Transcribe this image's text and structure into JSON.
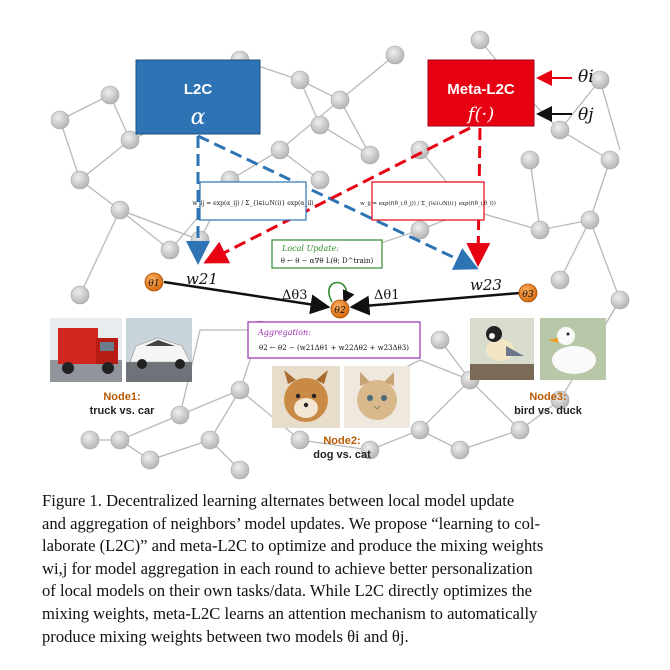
{
  "figure": {
    "l2c_box": {
      "title": "L2C",
      "symbol": "α"
    },
    "meta_box": {
      "title": "Meta-L2C",
      "symbol": "f(·)"
    },
    "inputs": {
      "theta_i": "θi",
      "theta_j": "θj"
    },
    "weights": {
      "w21": "w21",
      "w23": "w23"
    },
    "deltas": {
      "d3": "Δθ3",
      "d1": "Δθ1"
    },
    "nodes": {
      "theta1": "θ1",
      "theta2": "θ2",
      "theta3": "θ3"
    },
    "formula_l2c": "w_ij = exp(α_ij) / Σ_{l∈i∪N(i)} exp(α_il)",
    "formula_meta": "w_ij = exp(f(θ_i,θ_j)) / Σ_{l∈i∪N(i)} exp(f(θ_i,θ_l))",
    "local_update": {
      "title": "Local Update:",
      "formula": "θ ← θ − α∇θ L(θ; D^train)"
    },
    "aggregation": {
      "title": "Aggregation:",
      "formula": "θ2 ← θ2 − (w21Δθ1 + w22Δθ2 + w23Δθ3)"
    },
    "node1": {
      "title": "Node1:",
      "subtitle": "truck vs. car"
    },
    "node2": {
      "title": "Node2:",
      "subtitle": "dog vs. cat"
    },
    "node3": {
      "title": "Node3:",
      "subtitle": "bird vs. duck"
    },
    "colors": {
      "l2c": "#2e74b5",
      "meta": "#e60012",
      "node": "#e07b1f",
      "green": "#2e8b2e",
      "purple": "#9b2fae"
    }
  },
  "caption": {
    "lines": [
      "Figure 1. Decentralized learning alternates between local model update",
      "and aggregation of neighbors’ model updates. We propose “learning to col-",
      "laborate (L2C)” and meta-L2C to optimize and produce the mixing weights",
      "wi,j for model aggregation in each round to achieve better personalization",
      "of local models on their own tasks/data. While L2C directly optimizes the",
      "mixing weights, meta-L2C learns an attention mechanism to automatically",
      "produce mixing weights between two models θi and θj."
    ]
  }
}
